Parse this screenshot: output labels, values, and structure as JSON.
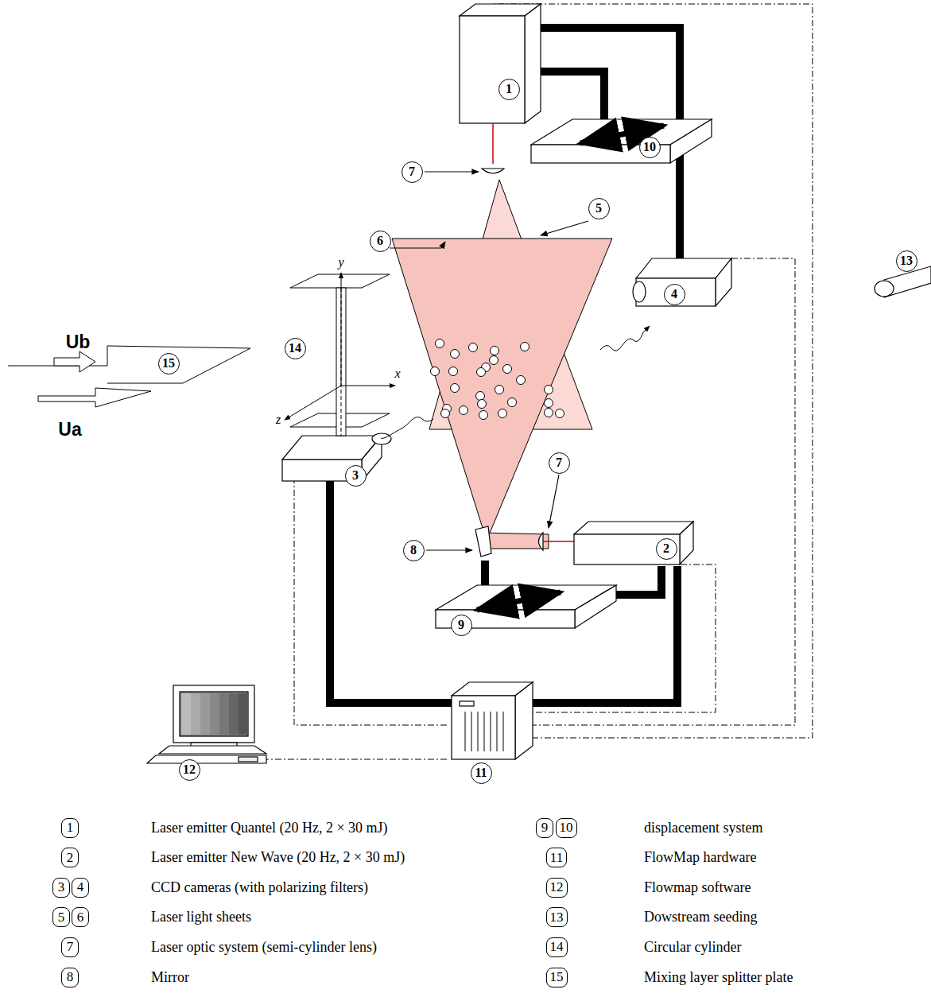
{
  "diagram": {
    "nodes": [
      {
        "text": [
          "1"
        ]
      },
      {
        "text": [
          "10"
        ]
      },
      {
        "text": [
          "7"
        ]
      },
      {
        "text": [
          "5"
        ]
      },
      {
        "text": [
          "6"
        ]
      },
      {
        "text": [
          "4"
        ]
      },
      {
        "text": [
          "13"
        ]
      },
      {
        "text": [
          "14"
        ]
      },
      {
        "text": [
          "15"
        ]
      },
      {
        "text": [
          "3"
        ]
      },
      {
        "text": [
          "7"
        ]
      },
      {
        "text": [
          "8"
        ]
      },
      {
        "text": [
          "2"
        ]
      },
      {
        "text": [
          "9"
        ]
      },
      {
        "text": [
          "12"
        ]
      },
      {
        "text": [
          "11"
        ]
      },
      {
        "text": [
          "1"
        ]
      },
      {
        "text": [
          "2"
        ]
      },
      {
        "text": [
          "3"
        ]
      },
      {
        "text": [
          "4"
        ]
      },
      {
        "text": [
          "5"
        ]
      },
      {
        "text": [
          "6"
        ]
      },
      {
        "text": [
          "7"
        ]
      },
      {
        "text": [
          "8"
        ]
      },
      {
        "text": [
          "9"
        ]
      },
      {
        "text": [
          "10"
        ]
      },
      {
        "text": [
          "11"
        ]
      },
      {
        "text": [
          "12"
        ]
      },
      {
        "text": [
          "13"
        ]
      },
      {
        "text": [
          "14"
        ]
      },
      {
        "text": [
          "15"
        ]
      }
    ],
    "labels": [
      "Ub",
      "y",
      "x",
      "z",
      "Ua",
      "Laser emitter Quantel (20 Hz, 2 × 30 mJ)",
      "Laser emitter New Wave (20 Hz, 2 × 30 mJ)",
      "CCD cameras (with polarizing filters)",
      "Laser light sheets",
      "Laser optic system (semi-cylinder lens)",
      "Mirror",
      "displacement system",
      "FlowMap hardware",
      "Flowmap software",
      "Dowstream seeding",
      "Circular cylinder",
      "Mixing layer splitter plate"
    ]
  }
}
